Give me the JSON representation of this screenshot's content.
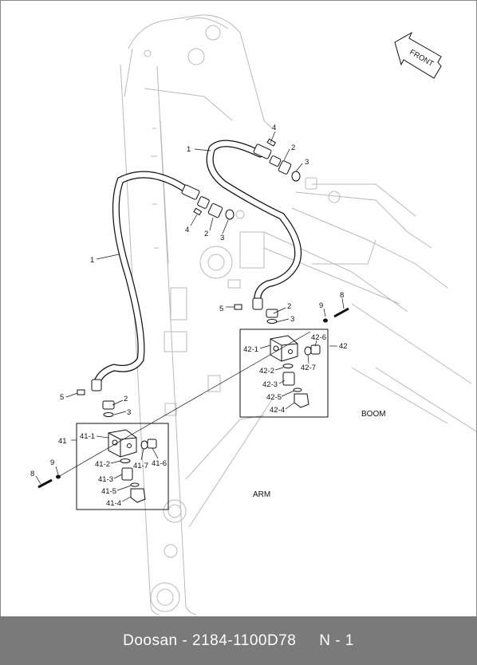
{
  "front_arrow": {
    "label": "FRONT"
  },
  "regions": {
    "boom": "BOOM",
    "arm": "ARM"
  },
  "callouts": {
    "c1_top": "1",
    "c1_left": "1",
    "c2_top": "2",
    "c2_mid": "2",
    "c2_right": "2",
    "c2_left": "2",
    "c3_top": "3",
    "c3_mid": "3",
    "c3_right": "3",
    "c3_left": "3",
    "c4_top": "4",
    "c4_mid": "4",
    "c5_right": "5",
    "c5_left": "5",
    "c8_right": "8",
    "c8_left": "8",
    "c9_right": "9",
    "c9_left": "9",
    "g42": "42",
    "p42_1": "42-1",
    "p42_2": "42-2",
    "p42_3": "42-3",
    "p42_4": "42-4",
    "p42_5": "42-5",
    "p42_6": "42-6",
    "p42_7": "42-7",
    "g41": "41",
    "p41_1": "41-1",
    "p41_2": "41-2",
    "p41_3": "41-3",
    "p41_4": "41-4",
    "p41_5": "41-5",
    "p41_6": "41-6",
    "p41_7": "41-7"
  },
  "footer": {
    "text": "Doosan - 2184-1100D78     N - 1"
  }
}
